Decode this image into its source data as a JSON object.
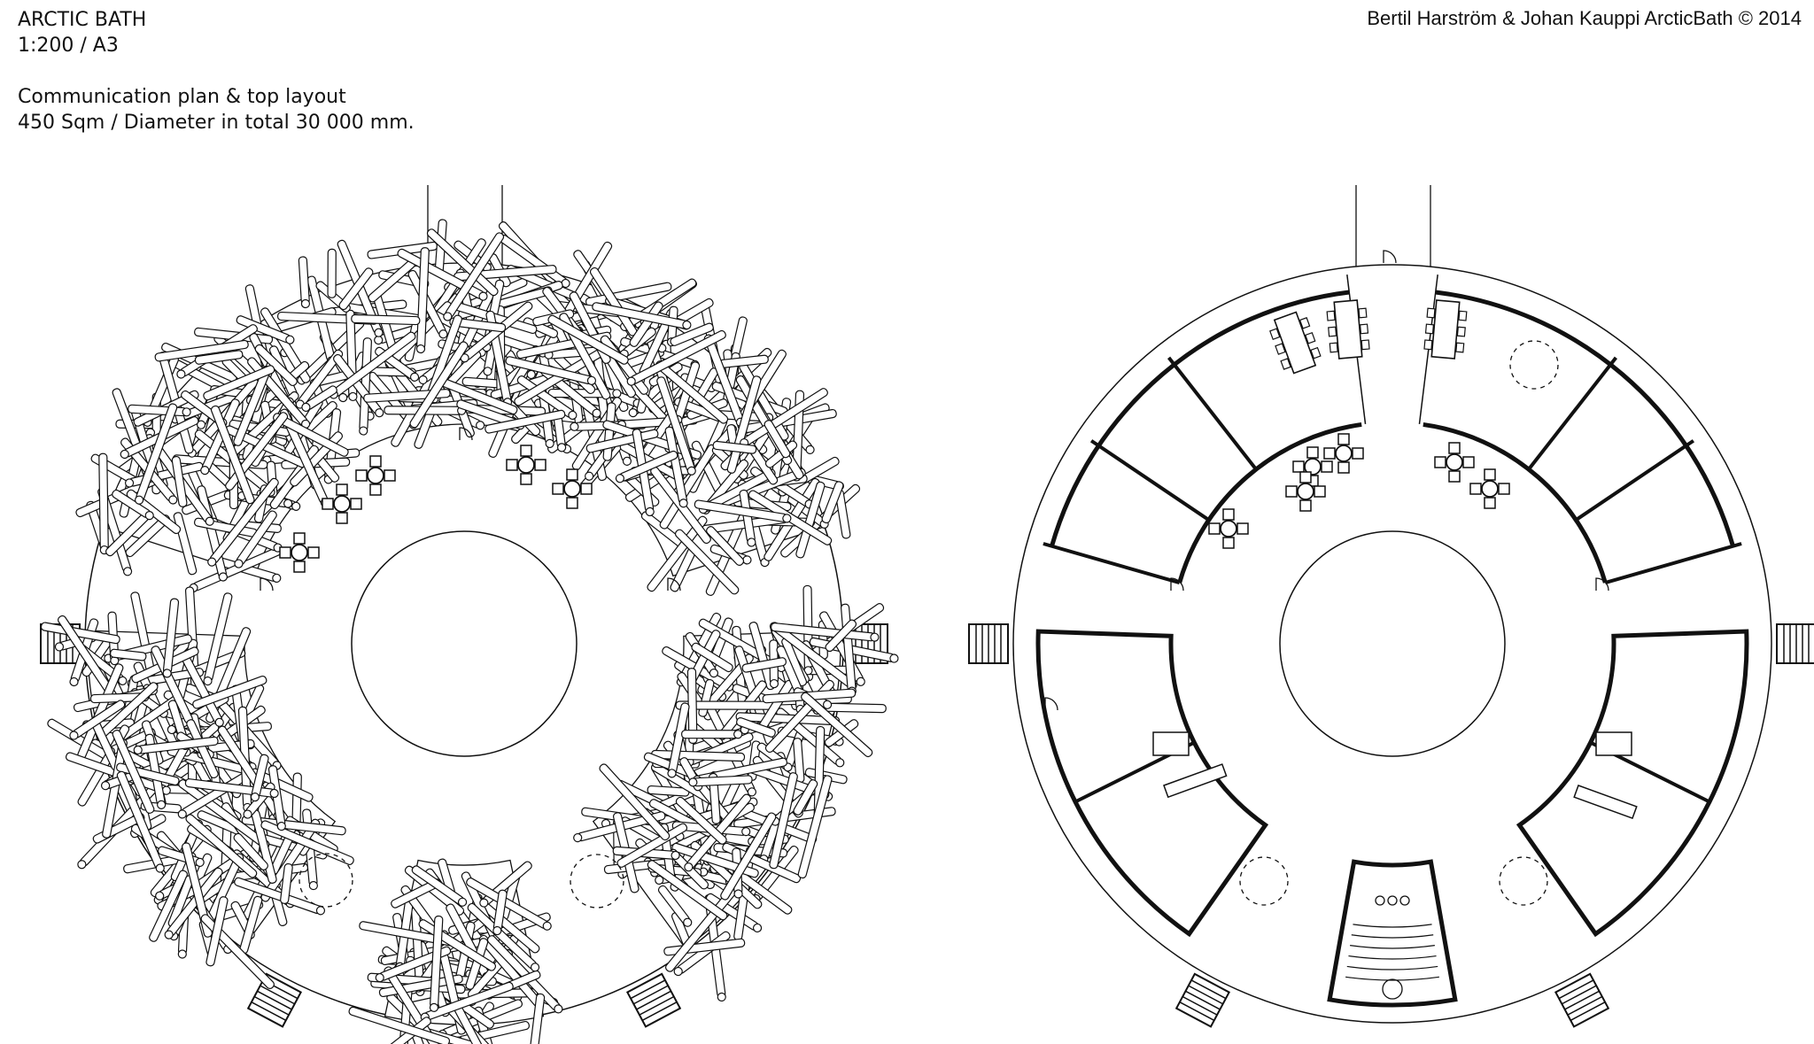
{
  "header": {
    "title": "ARCTIC BATH",
    "scale": "1:200 / A3",
    "subtitle": "Communication plan & top layout",
    "area": "450 Sqm / Diameter in total 30 000 mm."
  },
  "credit": "Bertil Harström  & Johan Kauppi ArcticBath © 2014",
  "colors": {
    "ink": "#111111",
    "paper": "#ffffff"
  }
}
